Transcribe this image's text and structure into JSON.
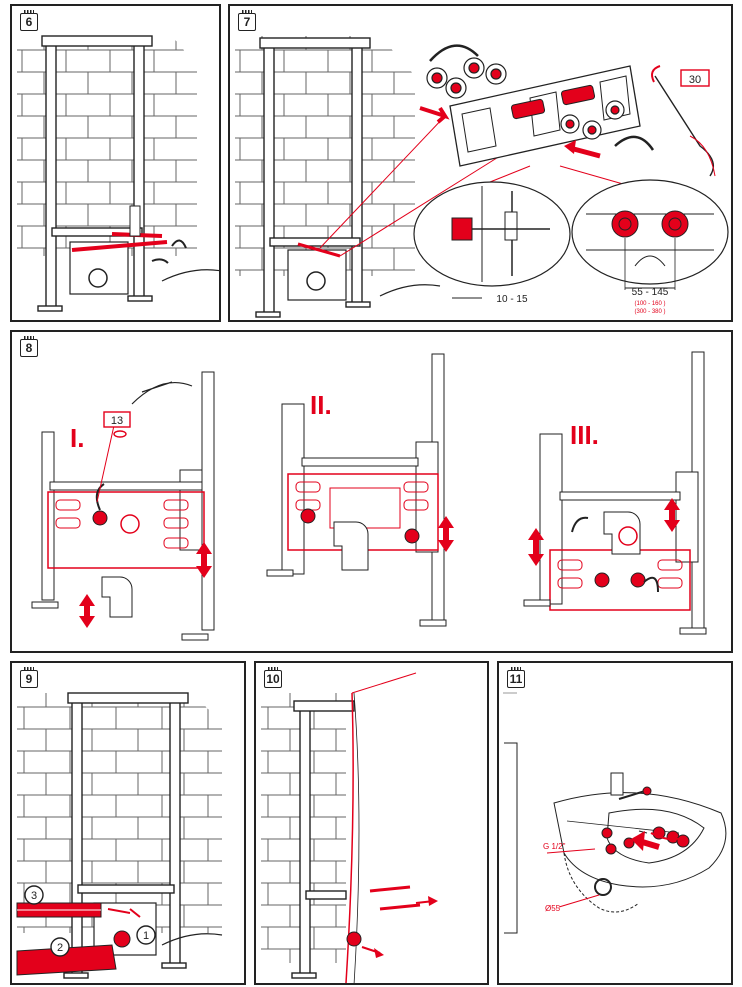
{
  "steps": {
    "s6": {
      "number": "6"
    },
    "s7": {
      "number": "7",
      "wrench_size": "30",
      "depth_dim": "10 - 15",
      "spacing_dim": "55 - 145",
      "spacing_alt1": "(100 - 160 )",
      "spacing_alt2": "(300 - 380 )"
    },
    "s8": {
      "number": "8",
      "wrench_size": "13",
      "phase1": "I.",
      "phase2": "II.",
      "phase3": "III."
    },
    "s9": {
      "number": "9",
      "callout1": "1",
      "callout2": "2",
      "callout3": "3"
    },
    "s10": {
      "number": "10"
    },
    "s11": {
      "number": "11",
      "thread_label": "G 1/2\"",
      "diameter_label": "Ø55"
    }
  },
  "colors": {
    "accent": "#e3001b",
    "ink": "#222222",
    "line": "#555555"
  }
}
